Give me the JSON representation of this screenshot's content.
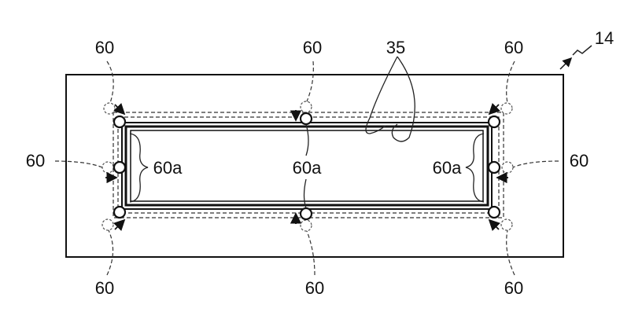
{
  "figure": {
    "ref_device": "14",
    "ref_frame": "35",
    "ref_positioning_pin": "60",
    "ref_pin_contact": "60a"
  },
  "labels": {
    "pin_labels": [
      "60",
      "60",
      "60",
      "60",
      "60",
      "60",
      "60",
      "60"
    ],
    "contact_labels": [
      "60a",
      "60a",
      "60a"
    ]
  }
}
